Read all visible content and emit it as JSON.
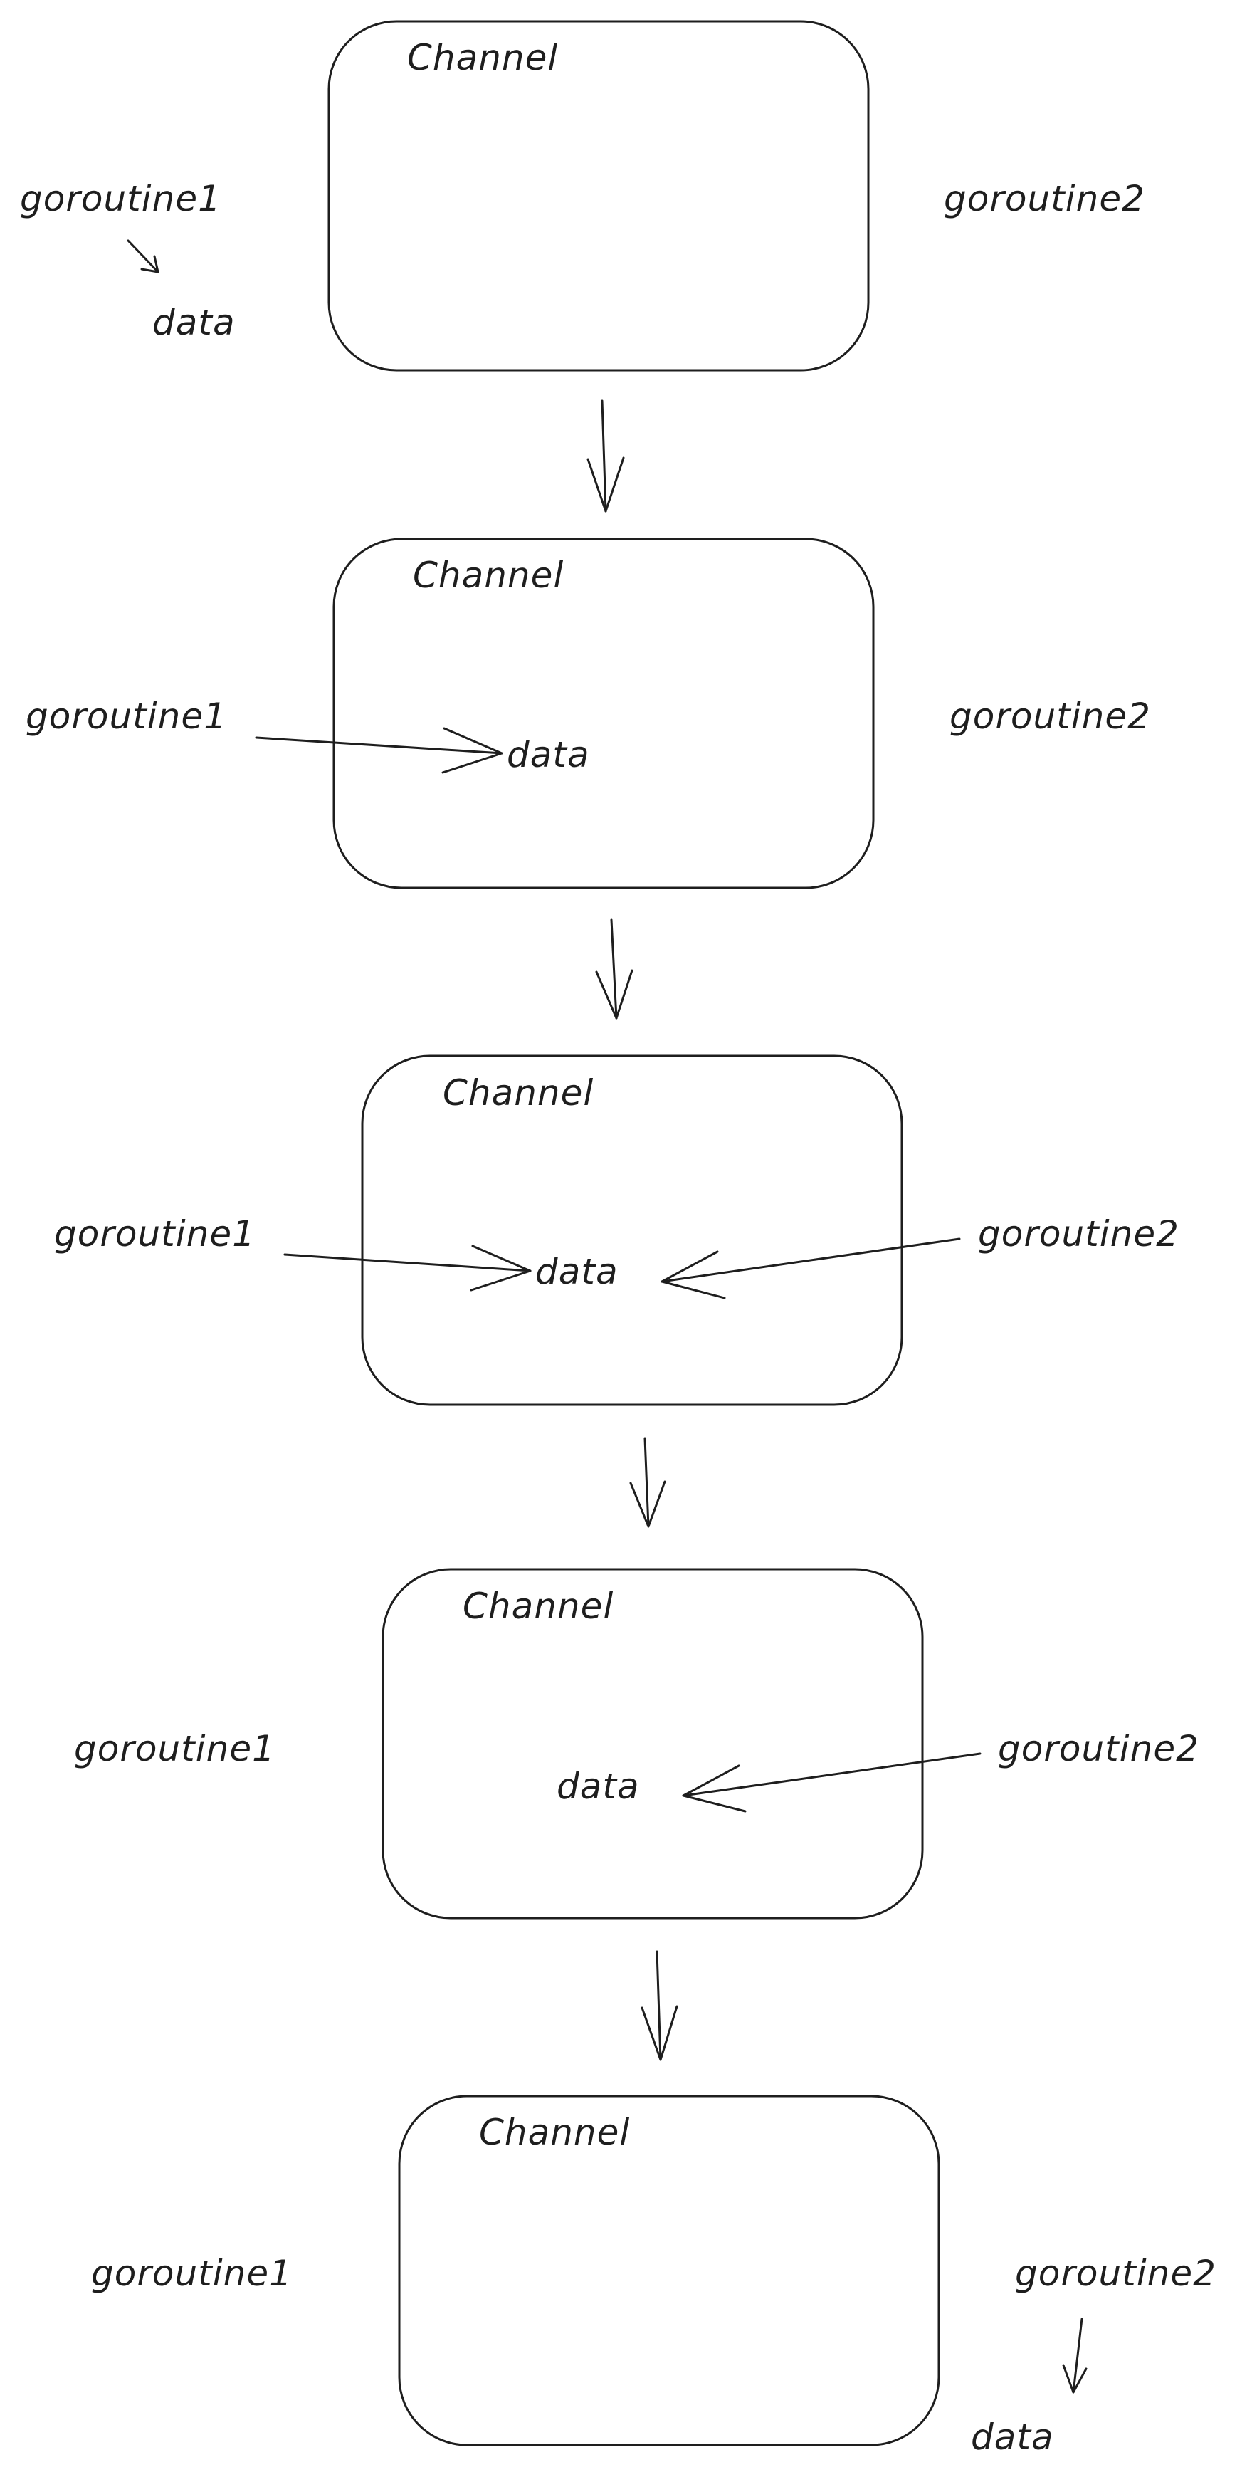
{
  "stages": [
    {
      "channel_label": "Channel",
      "left_label": "goroutine1",
      "right_label": "goroutine2",
      "data_label": "data",
      "data_position": "outside-left",
      "goroutine1_arrow": "down-to-data",
      "goroutine2_arrow": "none"
    },
    {
      "channel_label": "Channel",
      "left_label": "goroutine1",
      "right_label": "goroutine2",
      "data_label": "data",
      "data_position": "inside",
      "goroutine1_arrow": "into-channel",
      "goroutine2_arrow": "none"
    },
    {
      "channel_label": "Channel",
      "left_label": "goroutine1",
      "right_label": "goroutine2",
      "data_label": "data",
      "data_position": "inside",
      "goroutine1_arrow": "into-channel",
      "goroutine2_arrow": "into-channel"
    },
    {
      "channel_label": "Channel",
      "left_label": "goroutine1",
      "right_label": "goroutine2",
      "data_label": "data",
      "data_position": "inside",
      "goroutine1_arrow": "none",
      "goroutine2_arrow": "into-channel"
    },
    {
      "channel_label": "Channel",
      "left_label": "goroutine1",
      "right_label": "goroutine2",
      "data_label": "data",
      "data_position": "outside-right",
      "goroutine1_arrow": "none",
      "goroutine2_arrow": "down-to-data"
    }
  ],
  "stage_transition": "arrow-down"
}
